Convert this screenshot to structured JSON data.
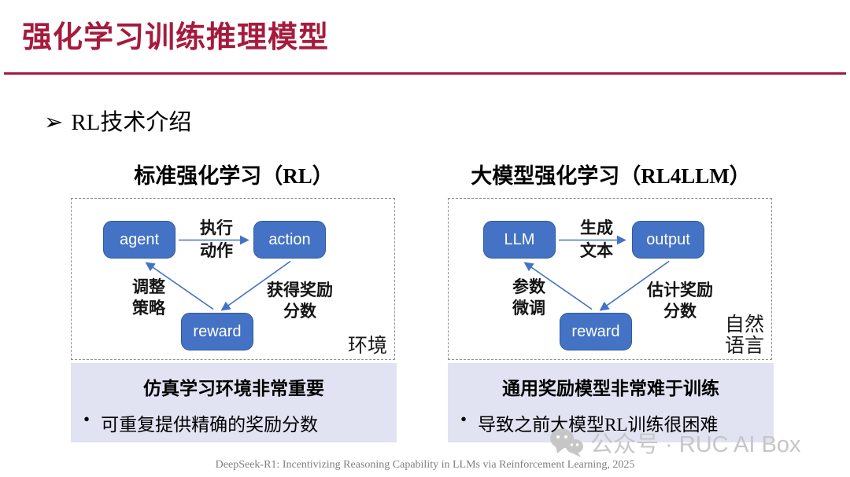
{
  "slide": {
    "title": "强化学习训练推理模型",
    "section": {
      "marker": "➢",
      "label": "RL技术介绍"
    },
    "footer": "DeepSeek-R1: Incentivizing Reasoning Capability in LLMs via Reinforcement Learning, 2025",
    "watermark": {
      "icon": "wechat-icon",
      "text": "公众号 · RUC AI Box"
    }
  },
  "colors": {
    "accent": "#A61B3D",
    "node_fill": "#4472C4",
    "node_border": "#2E5B9F",
    "arrow": "#4472C4",
    "summary_bg": "#E1E3F2",
    "dashed_border": "#8f8f8f",
    "watermark_gray": "#C6C6C6",
    "footer_gray": "#7F7F7F"
  },
  "diagrams": [
    {
      "heading": "标准强化学习（RL）",
      "nodes": [
        "agent",
        "action",
        "reward"
      ],
      "edges": {
        "top": [
          "执行",
          "动作"
        ],
        "right": [
          "获得奖励",
          "分数"
        ],
        "left": [
          "调整",
          "策略"
        ]
      },
      "env_lines": [
        "环境",
        ""
      ],
      "summary": {
        "title": "仿真学习环境非常重要",
        "marker": "•",
        "bullet": "可重复提供精确的奖励分数"
      }
    },
    {
      "heading": "大模型强化学习（RL4LLM）",
      "nodes": [
        "LLM",
        "output",
        "reward"
      ],
      "edges": {
        "top": [
          "生成",
          "文本"
        ],
        "right": [
          "估计奖励",
          "分数"
        ],
        "left": [
          "参数",
          "微调"
        ]
      },
      "env_lines": [
        "自然",
        "语言"
      ],
      "summary": {
        "title": "通用奖励模型非常难于训练",
        "marker": "•",
        "bullet": "导致之前大模型RL训练很困难"
      }
    }
  ]
}
